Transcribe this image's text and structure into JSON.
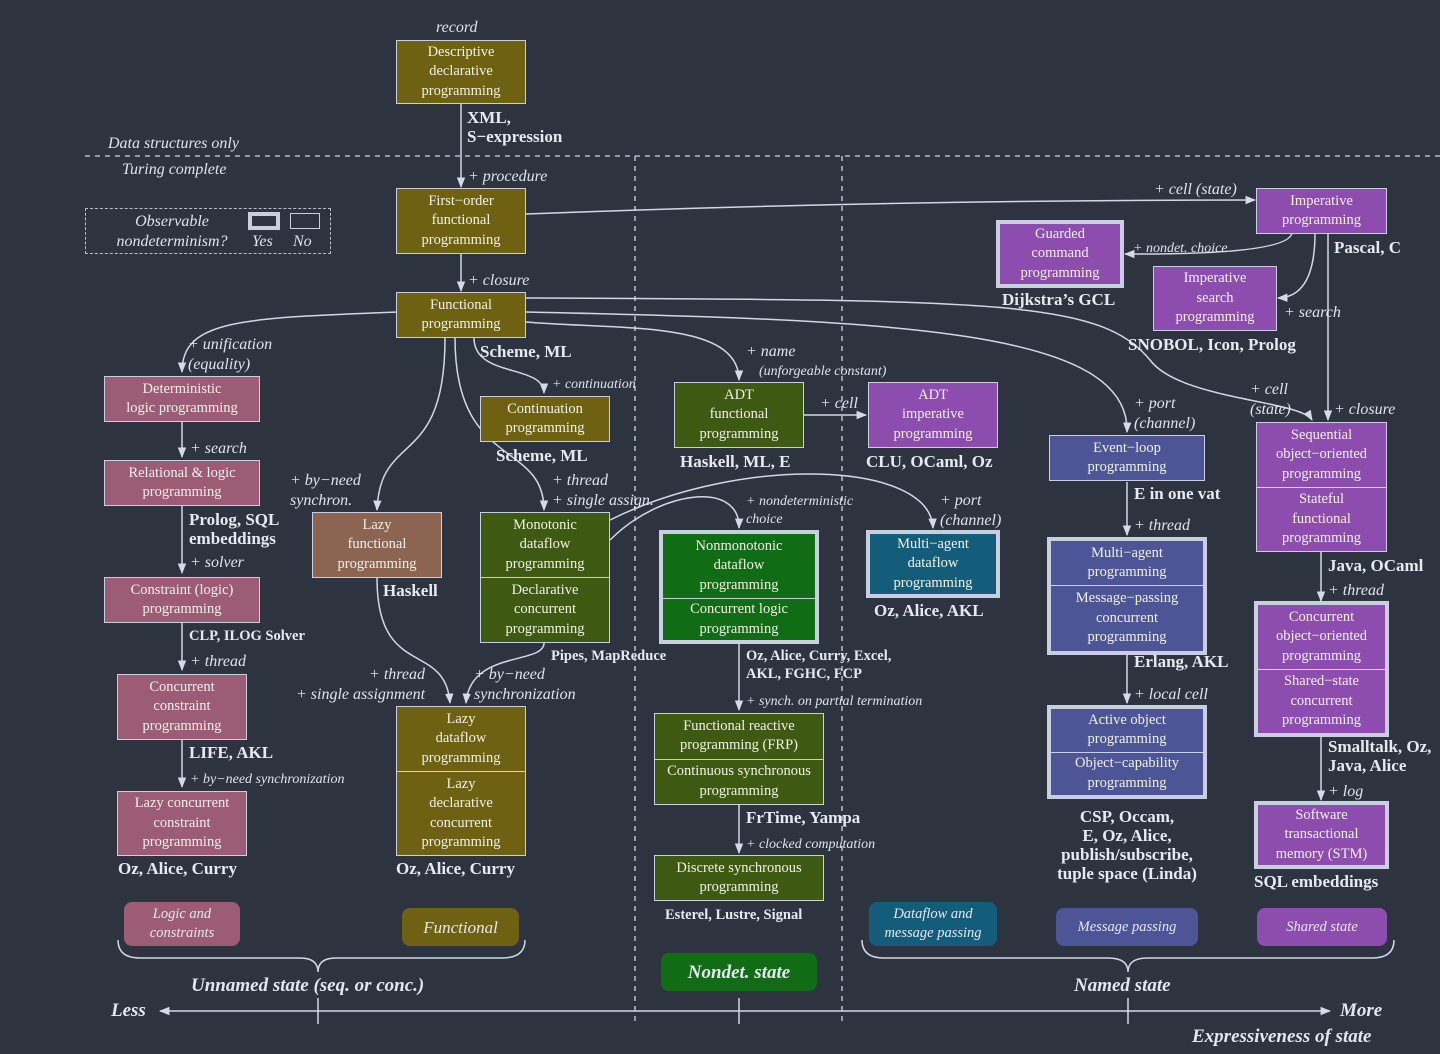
{
  "colors": {
    "background": "#2e3340",
    "functional": "#6e6212",
    "logic": "#9c5c76",
    "lazy": "#8c6452",
    "dataflow": "#3e5a12",
    "nondet": "#116c16",
    "message": "#4d5596",
    "imperative": "#8d4dae",
    "multiagent": "#135d7a",
    "line": "#c9cee0"
  },
  "header": {
    "record": "record",
    "data_structures_only": "Data structures only",
    "turing_complete": "Turing complete"
  },
  "legend": {
    "question": "Observable\nnondeterminism?",
    "yes": "Yes",
    "no": "No"
  },
  "boxes": {
    "descriptive": [
      "Descriptive\ndeclarative\nprogramming"
    ],
    "first_order": [
      "First−order\nfunctional\nprogramming"
    ],
    "functional": [
      "Functional\nprogramming"
    ],
    "imperative": [
      "Imperative\nprogramming"
    ],
    "guarded": [
      "Guarded\ncommand\nprogramming"
    ],
    "imperative_search": [
      "Imperative\nsearch\nprogramming"
    ],
    "deterministic_logic": [
      "Deterministic\nlogic programming"
    ],
    "relational_logic": [
      "Relational & logic\nprogramming"
    ],
    "constraint_logic": [
      "Constraint (logic)\nprogramming"
    ],
    "concurrent_constraint": [
      "Concurrent\nconstraint\nprogramming"
    ],
    "lazy_concurrent_constraint": [
      "Lazy concurrent\nconstraint\nprogramming"
    ],
    "continuation": [
      "Continuation\nprogramming"
    ],
    "lazy_functional": [
      "Lazy\nfunctional\nprogramming"
    ],
    "monotonic_dataflow": [
      "Monotonic\ndataflow\nprogramming",
      "Declarative\nconcurrent\nprogramming"
    ],
    "lazy_dataflow": [
      "Lazy\ndataflow\nprogramming",
      "Lazy\ndeclarative\nconcurrent\nprogramming"
    ],
    "adt_functional": [
      "ADT\nfunctional\nprogramming"
    ],
    "adt_imperative": [
      "ADT\nimperative\nprogramming"
    ],
    "nonmonotonic_dataflow": [
      "Nonmonotonic\ndataflow\nprogramming",
      "Concurrent logic\nprogramming"
    ],
    "frp": [
      "Functional reactive\nprogramming (FRP)",
      "Continuous synchronous\nprogramming"
    ],
    "discrete_sync": [
      "Discrete synchronous\nprogramming"
    ],
    "multi_agent_dataflow": [
      "Multi−agent\ndataflow\nprogramming"
    ],
    "event_loop": [
      "Event−loop\nprogramming"
    ],
    "multi_agent": [
      "Multi−agent\nprogramming",
      "Message−passing\nconcurrent\nprogramming"
    ],
    "active_object": [
      "Active object\nprogramming",
      "Object−capability\nprogramming"
    ],
    "sequential_oo": [
      "Sequential\nobject−oriented\nprogramming",
      "Stateful\nfunctional\nprogramming"
    ],
    "concurrent_oo": [
      "Concurrent\nobject−oriented\nprogramming",
      "Shared−state\nconcurrent\nprogramming"
    ],
    "stm": [
      "Software\ntransactional\nmemory (STM)"
    ]
  },
  "languages": {
    "xml": "XML,\nS−expression",
    "pascal": "Pascal, C",
    "dijkstra": "Dijkstra’s GCL",
    "snobol": "SNOBOL, Icon, Prolog",
    "scheme_ml_1": "Scheme, ML",
    "scheme_ml_2": "Scheme, ML",
    "prolog_sql": "Prolog, SQL\nembeddings",
    "clp": "CLP, ILOG Solver",
    "life": "LIFE, AKL",
    "oz_alice_curry_1": "Oz, Alice, Curry",
    "oz_alice_curry_2": "Oz, Alice, Curry",
    "haskell": "Haskell",
    "pipes": "Pipes, MapReduce",
    "haskell_ml_e": "Haskell, ML, E",
    "clu": "CLU, OCaml, Oz",
    "oz_alice_akl": "Oz, Alice, AKL",
    "oz_curry_excel": "Oz, Alice, Curry, Excel,\nAKL, FGHC, FCP",
    "frtime": "FrTime, Yampa",
    "esterel": "Esterel, Lustre, Signal",
    "e_one_vat": "E in one vat",
    "erlang": "Erlang, AKL",
    "csp": "CSP, Occam,\nE, Oz, Alice,\npublish/subscribe,\ntuple space (Linda)",
    "java_ocaml": "Java, OCaml",
    "smalltalk": "Smalltalk, Oz,\nJava, Alice",
    "sql_embeddings": "SQL embeddings"
  },
  "edge_labels": {
    "procedure": "+ procedure",
    "closure": "+ closure",
    "cell_state": "+ cell (state)",
    "nondet_choice": "+ nondet. choice",
    "search_right": "+ search",
    "unification": "+ unification\n(equality)",
    "search_left": "+ search",
    "solver": "+ solver",
    "thread_left": "+ thread",
    "by_need_sync": "+ by−need synchronization",
    "continuation": "+ continuation",
    "by_need_synchron": "+ by−need\nsynchron.",
    "thread_single_assign": "+ thread\n+ single assign.",
    "thread_single_assignment": "+ thread\n+ single assignment",
    "by_need_synchronization": "+ by−need\nsynchronization",
    "name": "+ name",
    "unforgeable": "(unforgeable constant)",
    "cell": "+ cell",
    "nondeterministic_choice": "+ nondeterministic\nchoice",
    "synch_partial": "+ synch. on partial termination",
    "clocked": "+ clocked computation",
    "port_channel_1": "+ port\n(channel)",
    "port_channel_2": "+ port\n(channel)",
    "thread_mp": "+ thread",
    "local_cell": "+ local cell",
    "cell_state_2": "+ cell\n(state)",
    "closure_2": "+ closure",
    "thread_right": "+ thread",
    "log": "+ log"
  },
  "categories": {
    "logic": "Logic and\nconstraints",
    "functional": "Functional",
    "dataflow": "Dataflow and\nmessage passing",
    "message": "Message passing",
    "shared": "Shared state"
  },
  "footer": {
    "unnamed": "Unnamed state (seq. or conc.)",
    "nondet": "Nondet. state",
    "named": "Named state",
    "less": "Less",
    "more": "More",
    "axis": "Expressiveness of state"
  }
}
